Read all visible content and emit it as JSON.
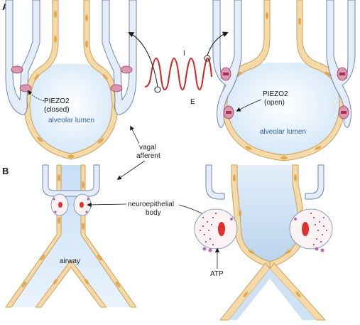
{
  "panels": {
    "a": {
      "label": "A"
    },
    "b": {
      "label": "B"
    }
  },
  "labels": {
    "piezo2_closed_line1": "PIEZO2",
    "piezo2_closed_line2": "(closed)",
    "piezo2_open_line1": "PIEZO2",
    "piezo2_open_line2": "(open)",
    "alveolar_lumen_left": "alveolar lumen",
    "alveolar_lumen_right": "alveolar lumen",
    "vagal_line1": "vagal",
    "vagal_line2": "afferent",
    "inspiration": "I",
    "expiration": "E",
    "neuroepithelial_line1": "neuroepithelial",
    "neuroepithelial_line2": "body",
    "airway": "airway",
    "atp": "ATP"
  },
  "colors": {
    "epithelium": "#f5d9a6",
    "epithelium_stroke": "#c9a05a",
    "nucleus": "#e3a752",
    "lumen": "#dcecfa",
    "nerve_fill": "#e4edf8",
    "nerve_stroke": "#6c86b4",
    "piezo_fill": "#d998b0",
    "piezo_dark": "#a83058",
    "trace": "#d62020",
    "neb_red": "#e03030"
  }
}
